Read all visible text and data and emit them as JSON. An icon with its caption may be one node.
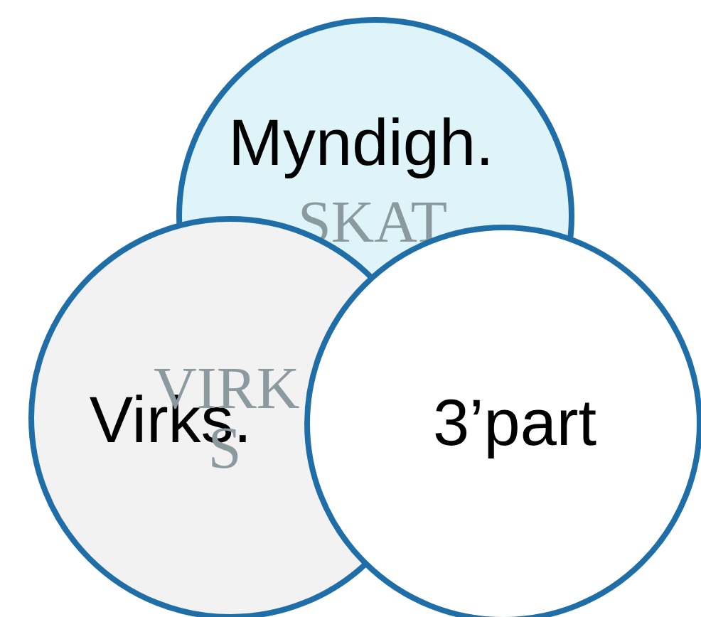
{
  "diagram": {
    "nodes": [
      {
        "text": [
          "Myndigh.",
          "SKAT"
        ]
      },
      {
        "text": [
          "Virks.",
          "VIRK S"
        ]
      },
      {
        "text": [
          "3’part"
        ]
      }
    ]
  }
}
